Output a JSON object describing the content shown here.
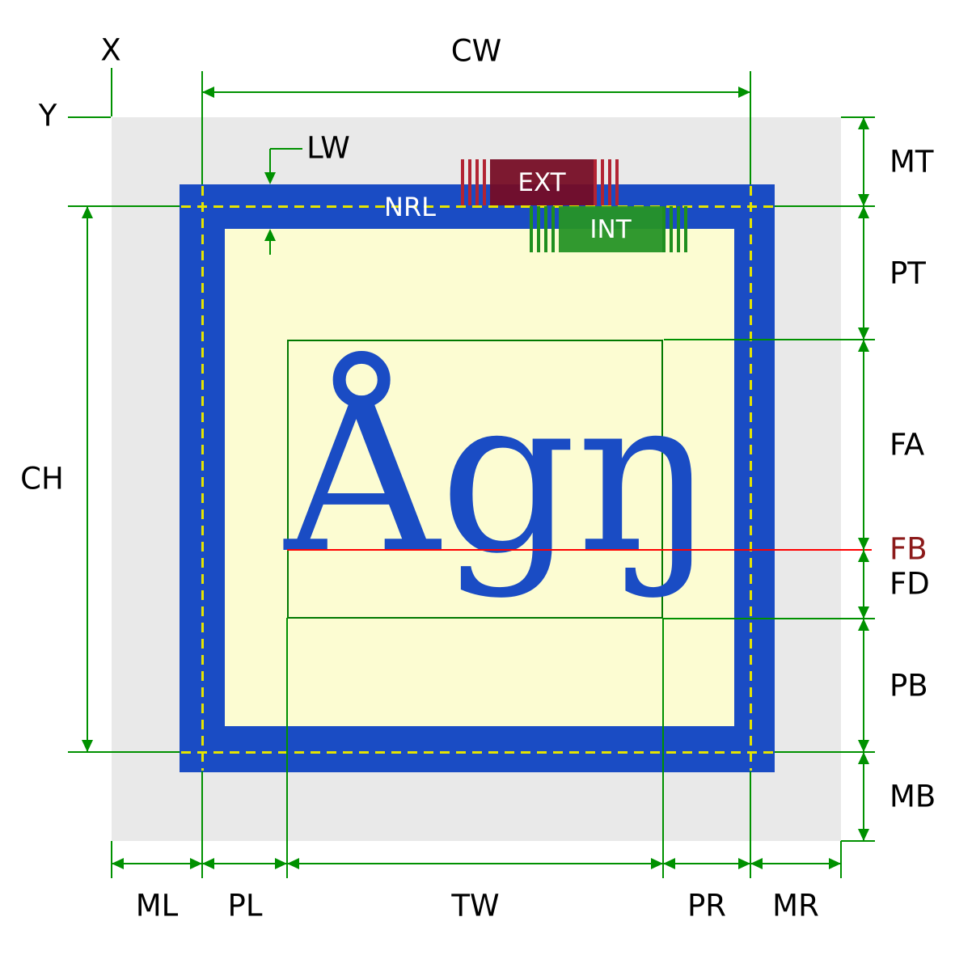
{
  "colors": {
    "margin_gray": "#e9e9e9",
    "border_blue": "#1a4cc4",
    "padding_yellow": "#fcfcd2",
    "guide_green": "#009100",
    "dashed_yellow": "#e4e400",
    "baseline_red": "#ff0000",
    "ext_maroon": "#760c24",
    "int_green": "#269426",
    "glyph_blue": "#1a4cc4"
  },
  "origin": {
    "x_label": "X",
    "y_label": "Y"
  },
  "top": {
    "cell_width": "CW",
    "line_width": "LW",
    "reference_line": "NRL"
  },
  "overlays": {
    "exterior": "EXT",
    "interior": "INT"
  },
  "left": {
    "cell_height": "CH"
  },
  "right": {
    "margin_top": "MT",
    "padding_top": "PT",
    "font_ascent": "FA",
    "font_baseline": "FB",
    "font_descent": "FD",
    "padding_bottom": "PB",
    "margin_bottom": "MB"
  },
  "bottom": {
    "margin_left": "ML",
    "padding_left": "PL",
    "text_width": "TW",
    "padding_right": "PR",
    "margin_right": "MR"
  },
  "glyphs": {
    "sample": "Ågŋ"
  }
}
